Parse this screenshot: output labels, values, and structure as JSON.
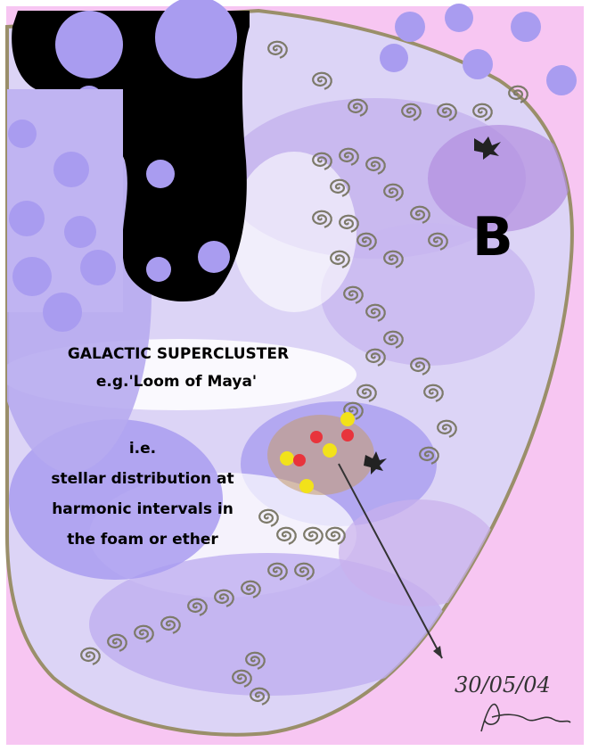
{
  "artwork": {
    "panel_letter": "B",
    "title_lines": [
      "GALACTIC SUPERCLUSTER",
      "e.g.'Loom of Maya'"
    ],
    "note_lines": [
      "i.e.",
      "stellar distribution at",
      "harmonic intervals in",
      "the foam or ether"
    ],
    "date": "30/05/04",
    "signature": "A. K.",
    "colors": {
      "background": "#f7c6f2",
      "lavender": "#a99cf0",
      "pale_lilac": "#dcd4f6",
      "black_mass": "#000000",
      "star_red": "#e8343c",
      "star_yellow": "#f2e21a"
    }
  }
}
